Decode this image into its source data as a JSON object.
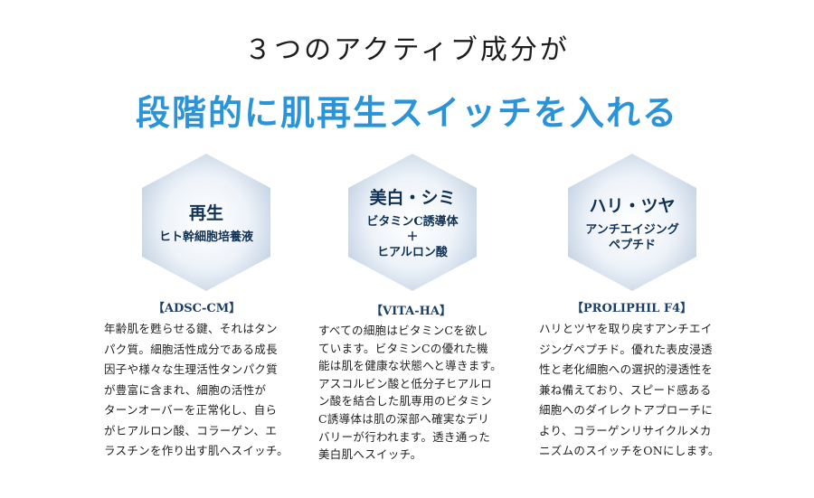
{
  "heading": {
    "line1": "３つのアクティブ成分が",
    "line2": "段階的に肌再生スイッチを入れる"
  },
  "colors": {
    "accent": "#2b93d8",
    "hex_text": "#0f3154",
    "hex_fill_center": "#ffffff",
    "hex_fill_edge": "#c8d6e6"
  },
  "ingredients": [
    {
      "title": "再生",
      "subtitle_lines": [
        "ヒト幹細胞培養液"
      ],
      "label": "【ADSC-CM】",
      "body_lines": [
        "年齢肌を甦らせる鍵、それはタン",
        "パク質。細胞活性成分である成長",
        "因子や様々な生理活性タンパク質",
        "が豊富に含まれ、細胞の活性が",
        "ターンオーバーを正常化し、自ら",
        "がヒアルロン酸、コラーゲン、エ",
        "ラスチンを作り出す肌へスイッチ。"
      ]
    },
    {
      "title": "美白・シミ",
      "subtitle_lines": [
        "ビタミンC誘導体",
        "＋",
        "ヒアルロン酸"
      ],
      "label": "【VITA-HA】",
      "body_lines": [
        "すべての細胞はビタミンCを欲し",
        "ています。ビタミンCの優れた機",
        "能は肌を健康な状態へと導きます。",
        "アスコルビン酸と低分子ヒアルロ",
        "ン酸を結合した肌専用のビタミン",
        "C誘導体は肌の深部へ確実なデリ",
        "バリーが行われます。透き通った",
        "美白肌へスイッチ。"
      ]
    },
    {
      "title": "ハリ・ツヤ",
      "subtitle_lines": [
        "アンチエイジング",
        "ペプチド"
      ],
      "label": "【PROLIPHIL F4】",
      "body_lines": [
        "ハリとツヤを取り戻すアンチエイ",
        "ジングペプチド。優れた表皮浸透",
        "性と老化細胞への選択的浸透性を",
        "兼ね備えており、スピード感ある",
        "細胞へのダイレクトアプローチに",
        "より、コラーゲンリサイクルメカ",
        "ニズムのスイッチをONにします。"
      ]
    }
  ]
}
